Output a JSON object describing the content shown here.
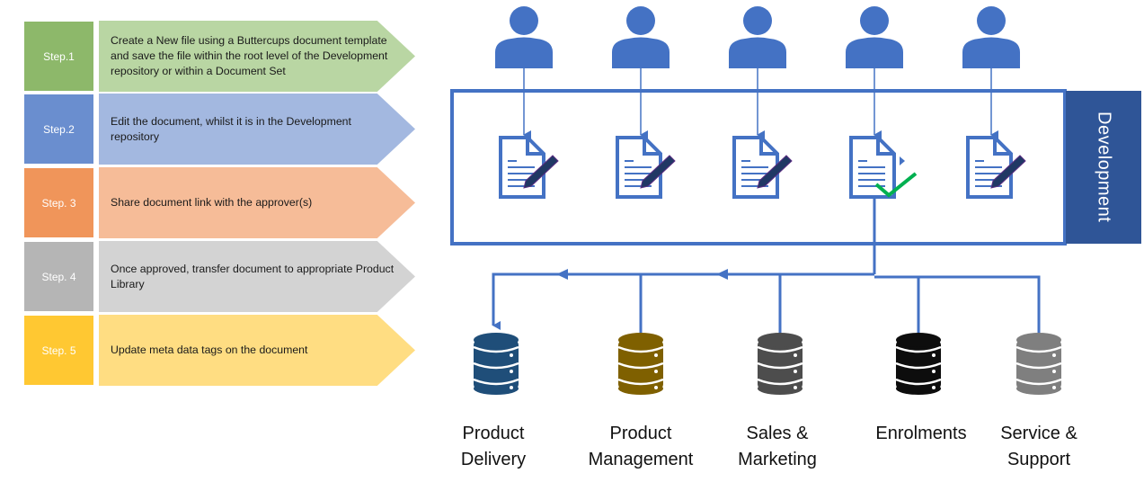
{
  "steps": [
    {
      "label": "Step.1",
      "text": "Create a New file using a Buttercups document template and save the file within the root level of the Development repository or within a Document Set",
      "num_color": "#8db86a",
      "arrow_color": "#b9d6a3"
    },
    {
      "label": "Step.2",
      "text": "Edit the document, whilst it is in the Development repository",
      "num_color": "#6a8ecf",
      "arrow_color": "#a3b8e0"
    },
    {
      "label": "Step. 3",
      "text": "Share document link with the approver(s)",
      "num_color": "#f0955a",
      "arrow_color": "#f6bc98"
    },
    {
      "label": "Step. 4",
      "text": "Once approved, transfer document to appropriate Product Library",
      "num_color": "#b5b5b5",
      "arrow_color": "#d3d3d3"
    },
    {
      "label": "Step. 5",
      "text": "Update meta data tags on the document",
      "num_color": "#ffc832",
      "arrow_color": "#ffdd82"
    }
  ],
  "development": {
    "label": "Development",
    "users": [
      "user-icon",
      "user-icon",
      "user-icon",
      "user-icon",
      "user-icon"
    ],
    "documents": [
      {
        "icon": "document-edit-icon"
      },
      {
        "icon": "document-edit-icon"
      },
      {
        "icon": "document-edit-icon"
      },
      {
        "icon": "document-approved-icon"
      },
      {
        "icon": "document-edit-icon"
      }
    ]
  },
  "libraries": [
    {
      "name": "Product Delivery",
      "line1": "Product",
      "line2": "Delivery",
      "color": "#1f4e79"
    },
    {
      "name": "Product Management",
      "line1": "Product",
      "line2": "Management",
      "color": "#7f6000"
    },
    {
      "name": "Sales & Marketing",
      "line1": "Sales &",
      "line2": "Marketing",
      "color": "#4d4d4d"
    },
    {
      "name": "Enrolments",
      "line1": "Enrolments",
      "line2": "",
      "color": "#0d0d0d"
    },
    {
      "name": "Service & Support",
      "line1": "Service &",
      "line2": "Support",
      "color": "#7f7f7f"
    }
  ],
  "colors": {
    "accent": "#4472c4",
    "dev_panel": "#2f5597",
    "approved_check": "#00b050",
    "pencil": "#203864"
  }
}
